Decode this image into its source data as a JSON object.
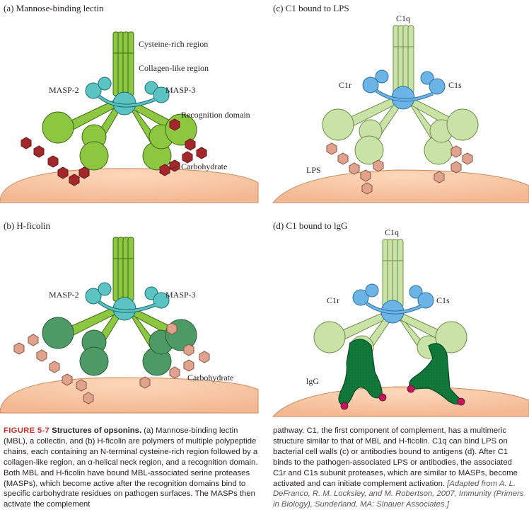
{
  "panels": {
    "a": {
      "title": "(a) Mannose-binding lectin",
      "labels": {
        "cysteine": "Cysteine-rich region",
        "collagen": "Collagen-like region",
        "masp2": "MASP-2",
        "masp3": "MASP-3",
        "recognition": "Recognition domain",
        "carbohydrate": "Carbohydrate"
      }
    },
    "b": {
      "title": "(b) H-ficolin",
      "labels": {
        "masp2": "MASP-2",
        "masp3": "MASP-3",
        "carbohydrate": "Carbohydrate"
      }
    },
    "c": {
      "title": "(c) C1 bound to LPS",
      "labels": {
        "c1q": "C1q",
        "c1r": "C1r",
        "c1s": "C1s",
        "lps": "LPS"
      }
    },
    "d": {
      "title": "(d) C1 bound to lgG",
      "labels": {
        "c1q": "C1q",
        "c1r": "C1r",
        "c1s": "C1s",
        "igg": "lgG"
      }
    }
  },
  "caption": {
    "figure_label": "FIGURE 5-7",
    "figure_title": "Structures of opsonins.",
    "left_text": "(a) Mannose-binding lectin (MBL), a collectin, and (b) H-ficolin are polymers of multiple polypeptide chains, each containing an N-terminal cysteine-rich region followed by a collagen-like region, an α-helical neck region, and a recognition domain. Both MBL and H-ficolin have bound MBL-associated serine proteases (MASPs), which become active after the recognition domains bind to specific carbohydrate residues on pathogen surfaces. The MASPs then activate the complement",
    "right_text": "pathway. C1, the first component of complement, has a multimeric structure similar to that of MBL and H-ficolin. C1q can bind LPS on bacterial cell walls (c) or antibodies bound to antigens (d). After C1 binds to the pathogen-associated LPS or antibodies, the associated C1r and C1s subunit proteases, which are similar to MASPs, become activated and can initiate complement activation.",
    "credit": "[Adapted from A. L. DeFranco, R. M. Locksley, and M. Robertson, 2007, Immunity (Primers in Biology), Sunderland, MA: Sinauer Associates.]"
  },
  "colors": {
    "collectin_green": "#8dc63f",
    "masp_teal": "#5bc4c3",
    "c1_lightgreen": "#c9e3a6",
    "c1_blue": "#6bb4e6",
    "hficolin_darkgreen": "#4d9a66",
    "carb_red": "#a3282b",
    "carb_pink": "#dfa28c",
    "igg_green": "#117a3a",
    "cell_surface": "#f8c9a4"
  }
}
